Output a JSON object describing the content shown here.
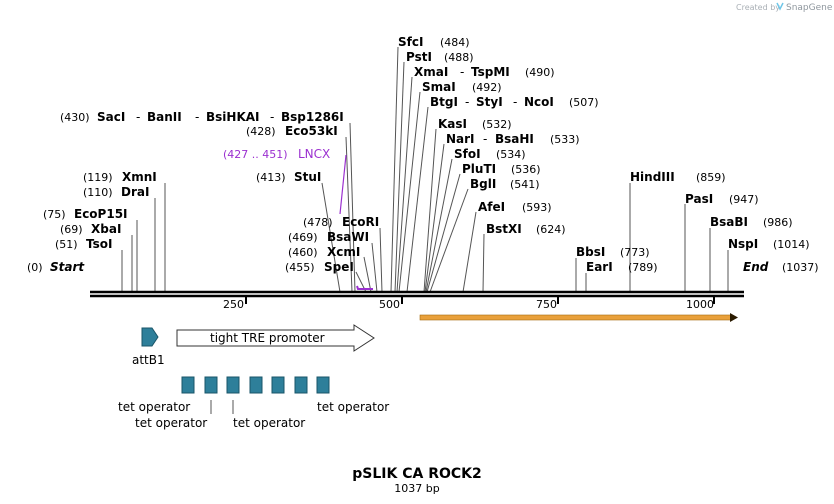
{
  "watermark": {
    "created_by": "Created by",
    "brand": "SnapGene"
  },
  "map": {
    "title": "pSLIK CA ROCK2",
    "length_label": "1037 bp",
    "length": 1037,
    "ruler_ticks": [
      "250",
      "500",
      "750",
      "1000"
    ]
  },
  "sites": {
    "start": {
      "pos": "(0)",
      "name": "Start"
    },
    "end": {
      "pos": "(1037)",
      "name": "End"
    },
    "tsoi": {
      "pos": "(51)",
      "name": "TsoI"
    },
    "xbai": {
      "pos": "(69)",
      "name": "XbaI"
    },
    "ecop15i": {
      "pos": "(75)",
      "name": "EcoP15I"
    },
    "drai": {
      "pos": "(110)",
      "name": "DraI"
    },
    "xmni": {
      "pos": "(119)",
      "name": "XmnI"
    },
    "saci_group": {
      "pos": "(430)",
      "names": [
        "SacI",
        "BanII",
        "BsiHKAI",
        "Bsp1286I"
      ]
    },
    "eco53ki": {
      "pos": "(428)",
      "name": "Eco53kI"
    },
    "lncx": {
      "pos": "(427 .. 451)",
      "name": "LNCX"
    },
    "stui": {
      "pos": "(413)",
      "name": "StuI"
    },
    "ecori": {
      "pos": "(478)",
      "name": "EcoRI"
    },
    "bsawi": {
      "pos": "(469)",
      "name": "BsaWI"
    },
    "xcmi": {
      "pos": "(460)",
      "name": "XcmI"
    },
    "spei": {
      "pos": "(455)",
      "name": "SpeI"
    },
    "sfci": {
      "pos": "(484)",
      "name": "SfcI"
    },
    "psti": {
      "pos": "(488)",
      "name": "PstI"
    },
    "xmai_group": {
      "pos": "(490)",
      "names": [
        "XmaI",
        "TspMI"
      ]
    },
    "smai": {
      "pos": "(492)",
      "name": "SmaI"
    },
    "btgi_group": {
      "pos": "(507)",
      "names": [
        "BtgI",
        "StyI",
        "NcoI"
      ]
    },
    "kasi": {
      "pos": "(532)",
      "name": "KasI"
    },
    "nari_group": {
      "pos": "(533)",
      "names": [
        "NarI",
        "BsaHI"
      ]
    },
    "sfoi": {
      "pos": "(534)",
      "name": "SfoI"
    },
    "pluti": {
      "pos": "(536)",
      "name": "PluTI"
    },
    "bgli": {
      "pos": "(541)",
      "name": "BglI"
    },
    "afei": {
      "pos": "(593)",
      "name": "AfeI"
    },
    "bstxi": {
      "pos": "(624)",
      "name": "BstXI"
    },
    "bbsi": {
      "pos": "(773)",
      "name": "BbsI"
    },
    "eari": {
      "pos": "(789)",
      "name": "EarI"
    },
    "hindiii": {
      "pos": "(859)",
      "name": "HindIII"
    },
    "pasi": {
      "pos": "(947)",
      "name": "PasI"
    },
    "bsabi": {
      "pos": "(986)",
      "name": "BsaBI"
    },
    "nspi": {
      "pos": "(1014)",
      "name": "NspI"
    }
  },
  "features": {
    "attb1": "attB1",
    "tre_promoter": "tight TRE promoter",
    "tet_operator": "tet operator",
    "colors": {
      "attb1": "#2e7f9a",
      "operator": "#2e7f9a",
      "orf": "#e9a03a",
      "lncx": "#9b30d0"
    }
  }
}
